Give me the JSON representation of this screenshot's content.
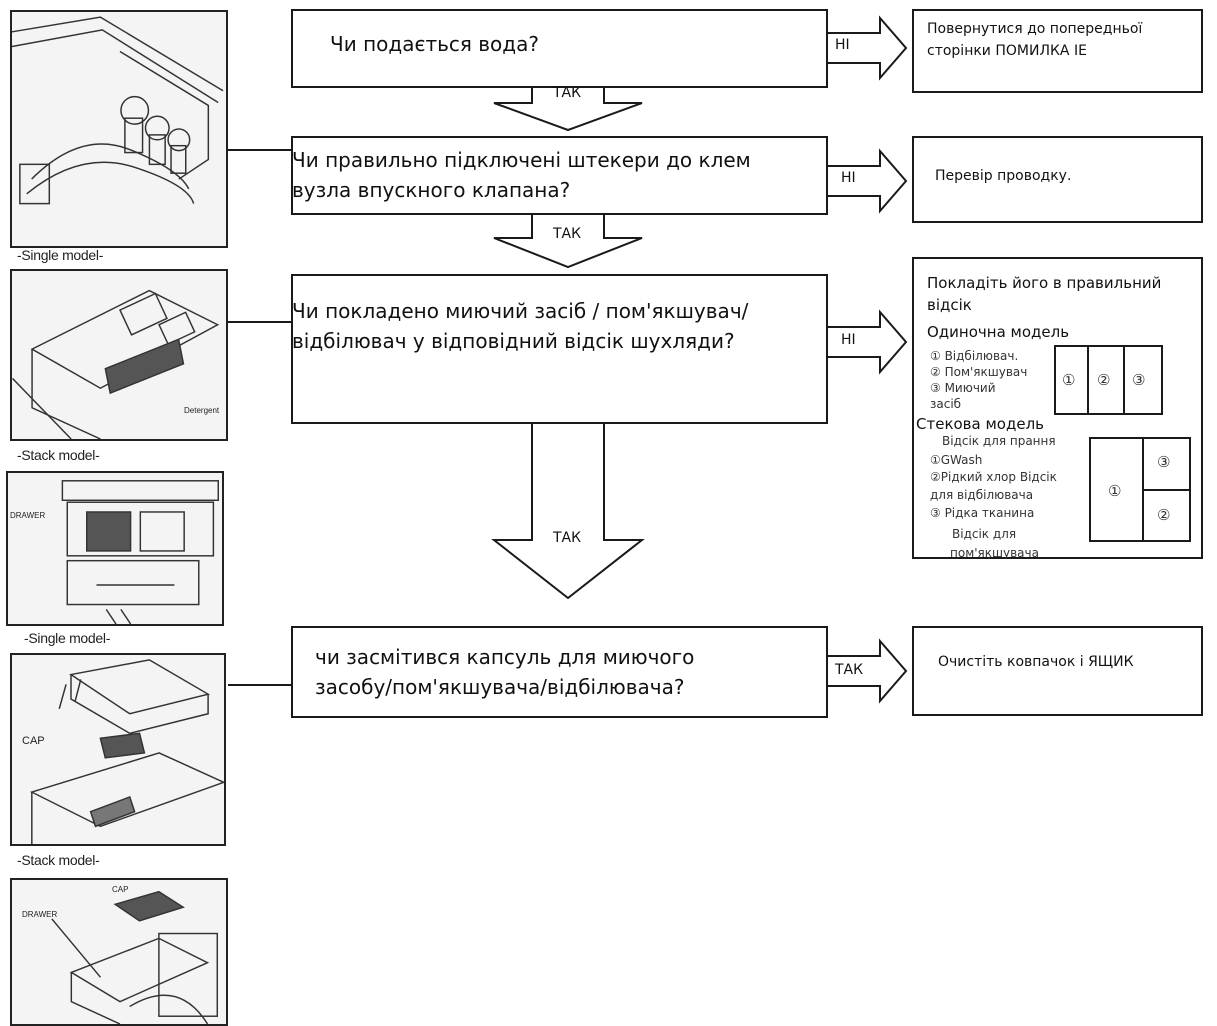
{
  "steps": [
    {
      "question": "Чи подається вода?",
      "no_label": "НІ",
      "no_answer": "Повернутися до попередньої\nсторінки ПОМИЛКА IE",
      "yes_label": "ТАК"
    },
    {
      "question": "Чи правильно підключені штекери до клем\nвузла впускного клапана?",
      "no_label": "НІ",
      "no_answer": "Перевір проводку.",
      "yes_label": "ТАК"
    },
    {
      "question": "Чи покладено миючий засіб / пом'якшувач/\nвідбілювач у відповідний відсік  шухляди?",
      "no_label": "НІ",
      "yes_label": "ТАК"
    },
    {
      "question": "чи засмітився капсуль для миючого\nзасобу/пом'якшувача/відбілювача?",
      "yes_label": "ТАК",
      "yes_answer": "Очистіть ковпачок і ЯЩИК"
    }
  ],
  "compartment_panel": {
    "title": "Покладіть його в правильний\nвідсік",
    "single_title": "Одиночна модель",
    "single_items": "① Відбілювач.\n② Пом'якшувач\n③ Миючий\nзасіб",
    "single_cells": [
      "①",
      "②",
      "③"
    ],
    "stack_title": "Стекова модель",
    "stack_items": [
      "Відсік для прання",
      "①GWash",
      "②Рідкий хлор  Відсік",
      "для відбілювача",
      "③ Рідка тканина",
      "Відсік для",
      "пом'якшувача"
    ],
    "stack_cells": [
      "①",
      "③",
      "②"
    ]
  },
  "photos": [
    {
      "caption": "",
      "labels": []
    },
    {
      "caption": "-Single model-",
      "labels": [
        "Detergent"
      ]
    },
    {
      "caption": "-Stack model-",
      "labels": [
        "DRAWER"
      ]
    },
    {
      "caption": "-Single model-",
      "labels": [
        "CAP"
      ]
    },
    {
      "caption": "-Stack model-",
      "labels": [
        "CAP",
        "DRAWER"
      ]
    }
  ]
}
